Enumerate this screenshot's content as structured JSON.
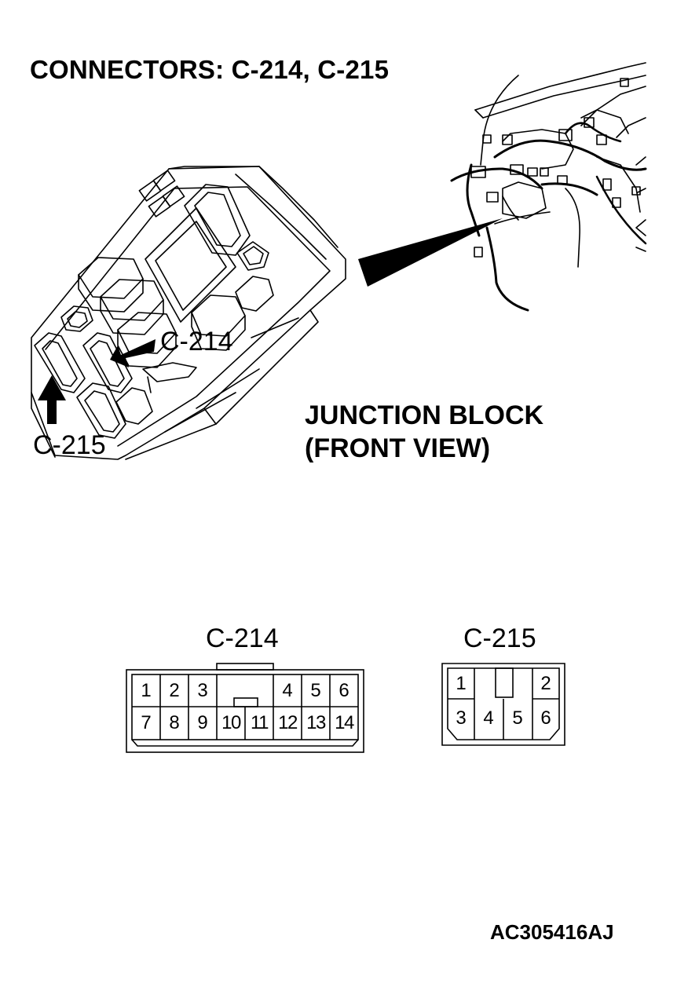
{
  "title": "CONNECTORS: C-214, C-215",
  "junction_block": {
    "line1": "JUNCTION BLOCK",
    "line2": "(FRONT VIEW)"
  },
  "callouts": {
    "c214": "C-214",
    "c215": "C-215"
  },
  "connector_c214": {
    "label": "C-214",
    "top_row": [
      "1",
      "2",
      "3",
      "4",
      "5",
      "6"
    ],
    "bottom_row": [
      "7",
      "8",
      "9",
      "10",
      "11",
      "12",
      "13",
      "14"
    ]
  },
  "connector_c215": {
    "label": "C-215",
    "top_row": [
      "1",
      "2"
    ],
    "bottom_row": [
      "3",
      "4",
      "5",
      "6"
    ]
  },
  "figure_code": "AC305416AJ"
}
